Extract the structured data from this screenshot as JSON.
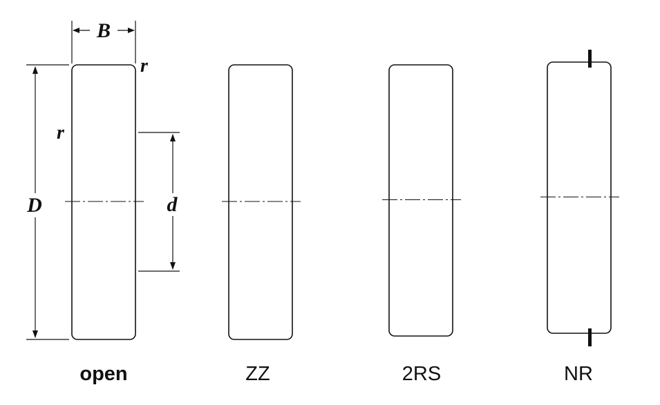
{
  "dimension_labels": {
    "width": "B",
    "radius_top": "r",
    "radius_left": "r",
    "outer_diameter": "D",
    "bore_diameter": "d"
  },
  "captions": [
    "open",
    "ZZ",
    "2RS",
    "NR"
  ],
  "colors": {
    "line": "#111111",
    "ring_fill": "#c9c9c9",
    "seal_fill": "#8a8a8a",
    "background": "#ffffff"
  }
}
